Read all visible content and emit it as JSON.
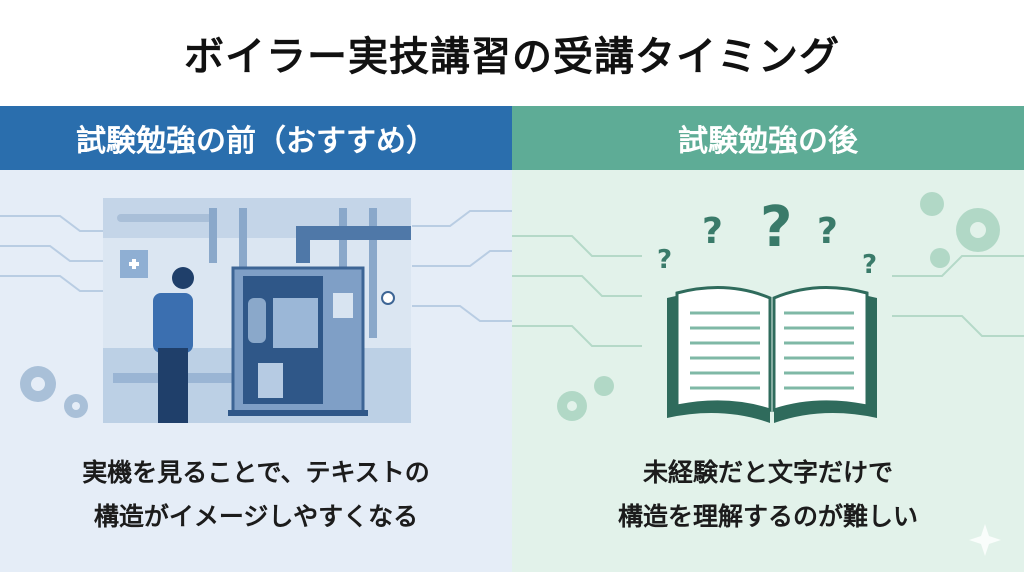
{
  "title": "ボイラー実技講習の受講タイミング",
  "left": {
    "header": "試験勉強の前（おすすめ）",
    "caption": [
      "実機を見ることで、テキストの",
      "構造がイメージしやすくなる"
    ],
    "color": "#2a6ead"
  },
  "right": {
    "header": "試験勉強の後",
    "caption": [
      "未経験だと文字だけで",
      "構造を理解するのが難しい"
    ],
    "color": "#5eac96"
  }
}
